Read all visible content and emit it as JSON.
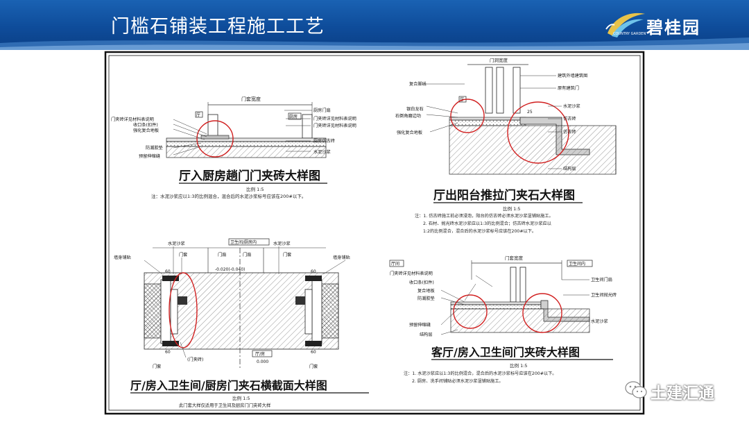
{
  "header": {
    "title": "门槛石铺装工程施工工艺",
    "logo_text": "碧桂园",
    "logo_sub": "COUNTRY GARDEN"
  },
  "watermark": {
    "text": "土建汇通"
  },
  "colors": {
    "header_blue": "#0e4c9a",
    "circle_red": "#d11f1f",
    "hatch": "#888888"
  },
  "panel1": {
    "title": "厅入厨房趟门门夹砖大样图",
    "scale": "比例 1:5",
    "note": "注：水泥沙浆应以1:3的比例混合，混合后的水泥沙浆标号应该在200#以下。",
    "dim": "门套宽度",
    "tag_left": "厅",
    "tag_right": "厨房",
    "labels_left": [
      "门夹砖详见材料表说明",
      "收口条(扣件)",
      "强化复合地板",
      "防潮胶垫",
      "预留伸缩缝"
    ],
    "labels_right": [
      "厨房门扇",
      "门夹砖详见材料表说明",
      "门夹砖详见材料表说明",
      "厨房仿古砖",
      "水泥沙浆"
    ]
  },
  "panel2": {
    "title": "厅出阳台推拉门夹石大样图",
    "scale": "比例 1:5",
    "notes": [
      "注：1. 仿古砖施工前必须浸泡，阳台的仿古砖必须水泥沙浆湿铺贴施工。",
      "2. 石材、抛光砖水泥沙浆应以1:3的比例混合；仿古砖水泥沙浆应以",
      "1:2的比例混合，混合后的水泥沙浆标号应该在200#以下。"
    ],
    "dim": "门洞宽度",
    "tag_left": "厅",
    "dim_small": "25",
    "labels_left": [
      "复合脚线",
      "银白龙石",
      "石倒角磨边功",
      "强化复合地板"
    ],
    "labels_right": [
      "建筑外墙建筑图",
      "原有建筑门",
      "水泥沙浆",
      "仿古砖",
      "仿古砖",
      "结构层"
    ]
  },
  "panel3": {
    "title": "厅/房入卫生间/厨房门夹石横截面大样图",
    "scale": "比例 1:5",
    "note": "此门套大样仅适用于卫生间及厨房门门夹砖大样",
    "tag_top": "卫生间/厨房内",
    "tag_bottom": "厅/房",
    "level_top": "-0.020(-0.040)",
    "level_bottom": "0.000",
    "labels": [
      "水泥沙浆",
      "水泥沙浆",
      "墙身铺贴",
      "墙身铺贴",
      "门套",
      "门扇",
      "门扇",
      "门套",
      "门套",
      "门套",
      "(门夹砖)"
    ],
    "dims": [
      "60",
      "60",
      "60",
      "60"
    ]
  },
  "panel4": {
    "title": "客厅/房入卫生间门夹砖大样图",
    "scale": "比例 1:5",
    "notes": [
      "注：1. 水泥沙浆应以1:3的比例混合，混合后的水泥沙浆标号应该在200#以下。",
      "2. 厨房、洗手间铺贴必须水泥沙浆湿铺贴施工。"
    ],
    "dim": "门套宽度",
    "tag_left": "厅间",
    "tag_right": "卫生间内",
    "labels_left": [
      "门夹砖详见材料表说明",
      "收口条(扣件)",
      "复合地板",
      "防潮胶垫",
      "预留伸缩缝",
      "结构层"
    ],
    "labels_right": [
      "卫生间门扇",
      "卫生间抛光砖",
      "水泥沙浆"
    ]
  }
}
